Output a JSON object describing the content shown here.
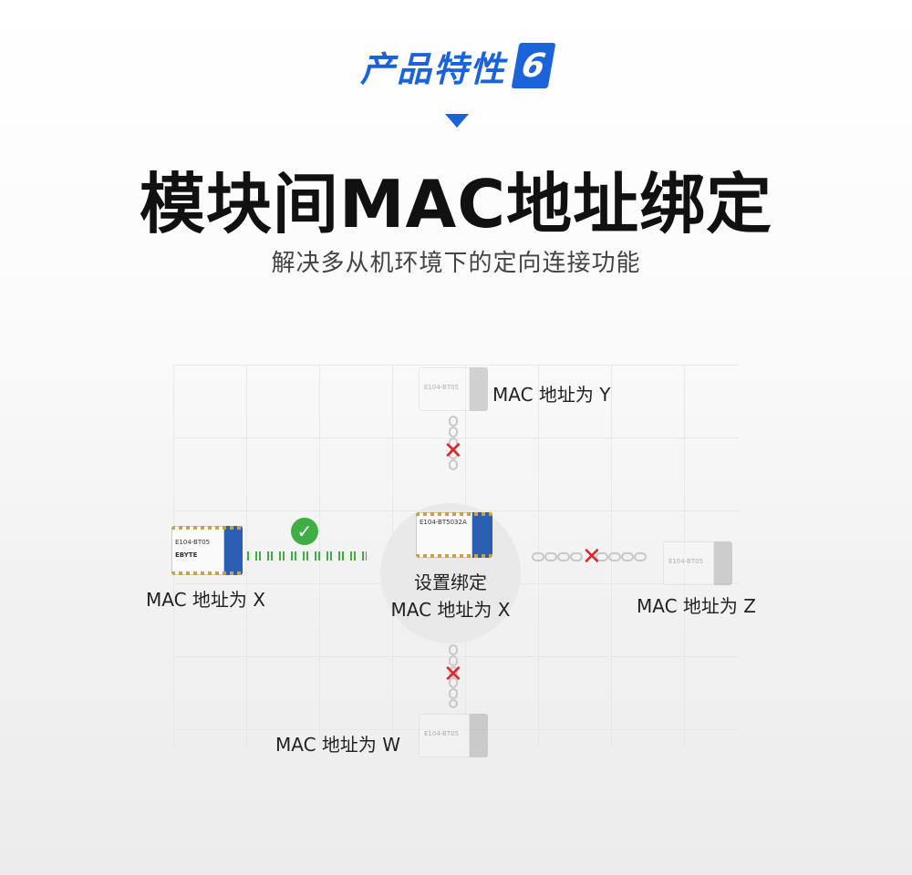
{
  "header": {
    "badge_text": "产品特性",
    "badge_number": "6",
    "title": "模块间MAC地址绑定",
    "subtitle": "解决多从机环境下的定向连接功能"
  },
  "diagram": {
    "center": {
      "module_model": "E104-BT5032A",
      "label_line1": "设置绑定",
      "label_line2": "MAC 地址为 X"
    },
    "left": {
      "module_model": "E104-BT05",
      "module_brand": "EBYTE",
      "label": "MAC 地址为 X",
      "status": "connected"
    },
    "top": {
      "module_model": "E104-BT05",
      "label": "MAC 地址为 Y",
      "status": "blocked"
    },
    "right": {
      "module_model": "E104-BT05",
      "label": "MAC 地址为 Z",
      "status": "blocked"
    },
    "bottom": {
      "module_model": "E104-BT05",
      "label": "MAC 地址为 W",
      "status": "blocked"
    },
    "check_symbol": "✓",
    "cross_symbol": "✕",
    "colors": {
      "accent": "#1a63d8",
      "connected": "#3fae44",
      "blocked_chain": "#c8c8c8",
      "cross": "#e0242b"
    }
  }
}
